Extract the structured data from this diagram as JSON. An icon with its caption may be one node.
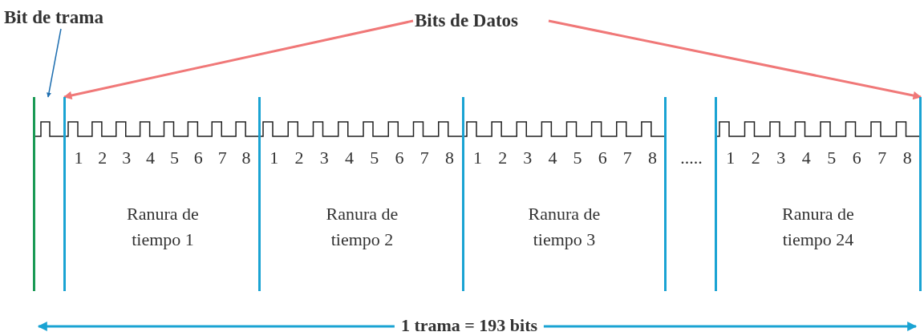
{
  "diagram": {
    "nodes": [
      {
        "text": [
          "Bit de trama"
        ]
      },
      {
        "text": [
          "Bits de Datos"
        ]
      },
      {
        "text": [
          "Ranura de tiempo 1"
        ]
      },
      {
        "text": [
          "Ranura de tiempo 2"
        ]
      },
      {
        "text": [
          "Ranura de tiempo 3"
        ]
      },
      {
        "text": [
          "Ranura de tiempo 24"
        ]
      },
      {
        "text": [],
        "shape": "box"
      }
    ],
    "edges": [
      {
        "from": 0,
        "to": 6,
        "arrow": "to",
        "color": "#1f6fb0"
      },
      {
        "from": 1,
        "to": 2,
        "arrow": "to"
      },
      {
        "from": 1,
        "to": 5,
        "arrow": "to"
      }
    ],
    "labels": [
      "1",
      "2",
      "3",
      "4",
      "5",
      "6",
      "7",
      "8",
      "1",
      "2",
      "3",
      "4",
      "5",
      "6",
      "7",
      "8",
      "1",
      "2",
      "3",
      "4",
      "5",
      "6",
      "7",
      "8",
      ".....",
      "1",
      "2",
      "3",
      "4",
      "5",
      "6",
      "7",
      "8",
      "1 trama = 193 bits"
    ]
  }
}
